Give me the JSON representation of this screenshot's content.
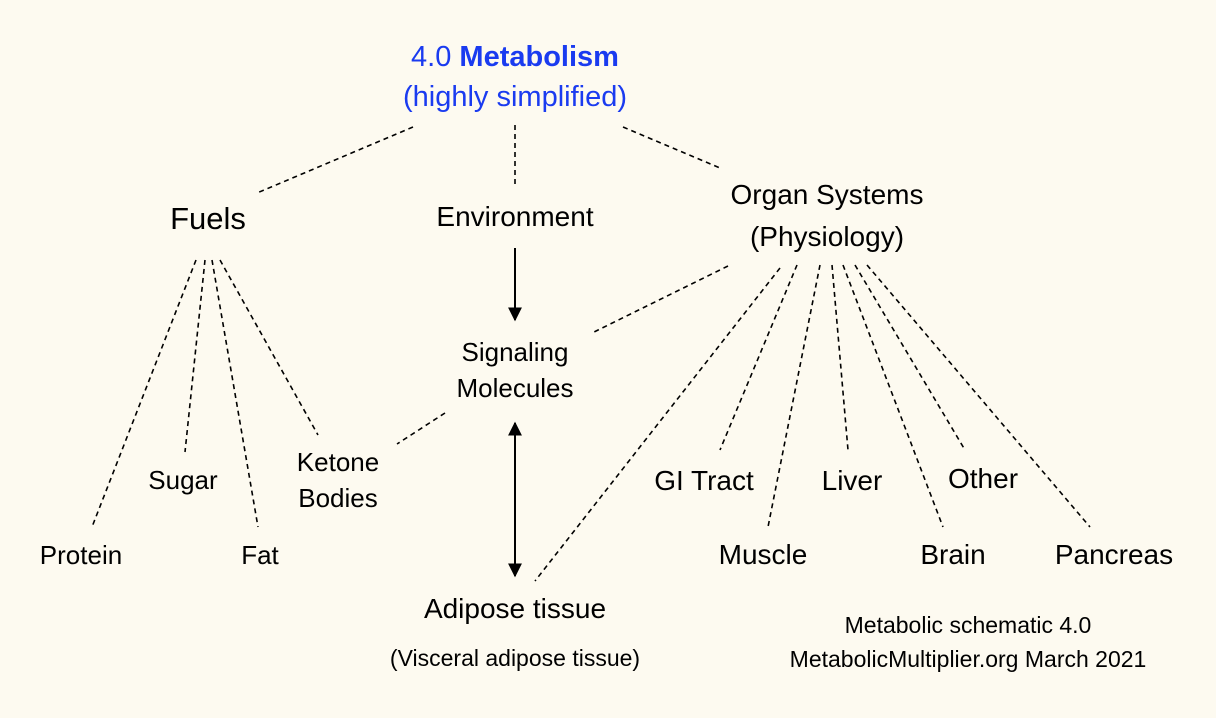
{
  "title": {
    "line1_prefix": "4.0",
    "line1_bold": "Metabolism",
    "line2": "(highly simplified)",
    "color": "#1a3bf0"
  },
  "categories": {
    "fuels": "Fuels",
    "environment": "Environment",
    "organ_line1": "Organ Systems",
    "organ_line2": "(Physiology)"
  },
  "signaling": {
    "line1": "Signaling",
    "line2": "Molecules"
  },
  "fuels": {
    "protein": "Protein",
    "sugar": "Sugar",
    "fat": "Fat",
    "ketone_line1": "Ketone",
    "ketone_line2": "Bodies"
  },
  "adipose": {
    "label": "Adipose tissue",
    "sub": "(Visceral adipose tissue)"
  },
  "organs": {
    "gi": "GI Tract",
    "muscle": "Muscle",
    "liver": "Liver",
    "brain": "Brain",
    "other": "Other",
    "pancreas": "Pancreas"
  },
  "credit": {
    "line1": "Metabolic schematic 4.0",
    "line2": "MetabolicMultiplier.org March 2021"
  },
  "colors": {
    "background": "#fdfaf0",
    "title": "#1a3bf0",
    "lines": "#000000"
  }
}
